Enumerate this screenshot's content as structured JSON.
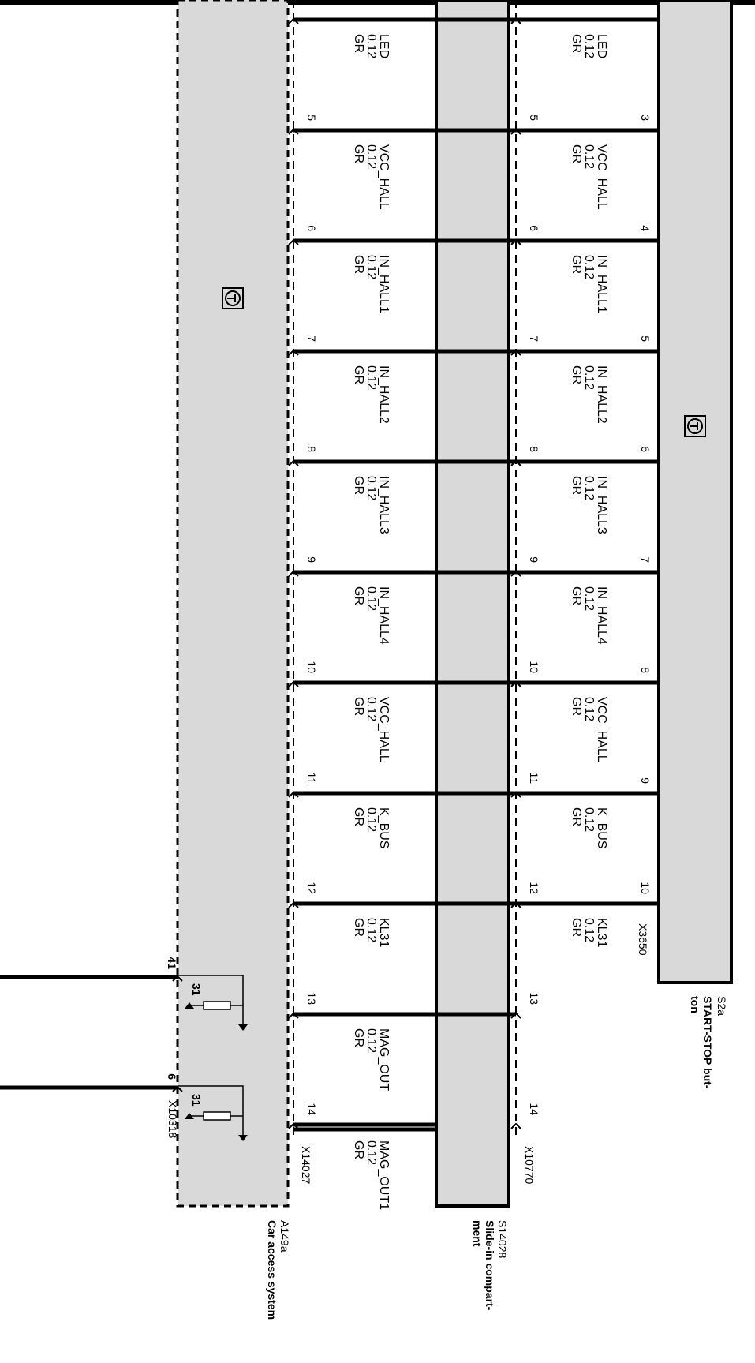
{
  "components": {
    "s2a": {
      "id": "S2a",
      "name": "START-STOP but-\nton",
      "connector": "X3650"
    },
    "s14028": {
      "id": "S14028",
      "name": "Slide-in compart-\nment",
      "connector": "X10770"
    },
    "a149a": {
      "id": "A149a",
      "name": "Car access system",
      "connector": "X14027"
    },
    "x10318": {
      "connector": "X10318"
    }
  },
  "rows": [
    {
      "s2a_pin": "3",
      "s14028_pin": "5",
      "a149a_pin": "5",
      "top_wire": {
        "signal": "LED",
        "size": "0.12",
        "color": "GR"
      },
      "bottom_wire": {
        "signal": "LED",
        "size": "0.12",
        "color": "GR"
      }
    },
    {
      "s2a_pin": "4",
      "s14028_pin": "6",
      "a149a_pin": "6",
      "top_wire": {
        "signal": "VCC_HALL",
        "size": "0.12",
        "color": "GR"
      },
      "bottom_wire": {
        "signal": "VCC_HALL",
        "size": "0.12",
        "color": "GR"
      }
    },
    {
      "s2a_pin": "5",
      "s14028_pin": "7",
      "a149a_pin": "7",
      "top_wire": {
        "signal": "IN_HALL1",
        "size": "0.12",
        "color": "GR"
      },
      "bottom_wire": {
        "signal": "IN_HALL1",
        "size": "0.12",
        "color": "GR"
      }
    },
    {
      "s2a_pin": "6",
      "s14028_pin": "8",
      "a149a_pin": "8",
      "top_wire": {
        "signal": "IN_HALL2",
        "size": "0.12",
        "color": "GR"
      },
      "bottom_wire": {
        "signal": "IN_HALL2",
        "size": "0.12",
        "color": "GR"
      }
    },
    {
      "s2a_pin": "7",
      "s14028_pin": "9",
      "a149a_pin": "9",
      "top_wire": {
        "signal": "IN_HALL3",
        "size": "0.12",
        "color": "GR"
      },
      "bottom_wire": {
        "signal": "IN_HALL3",
        "size": "0.12",
        "color": "GR"
      }
    },
    {
      "s2a_pin": "8",
      "s14028_pin": "10",
      "a149a_pin": "10",
      "top_wire": {
        "signal": "IN_HALL4",
        "size": "0.12",
        "color": "GR"
      },
      "bottom_wire": {
        "signal": "IN_HALL4",
        "size": "0.12",
        "color": "GR"
      }
    },
    {
      "s2a_pin": "9",
      "s14028_pin": "11",
      "a149a_pin": "11",
      "top_wire": {
        "signal": "VCC_HALL",
        "size": "0.12",
        "color": "GR"
      },
      "bottom_wire": {
        "signal": "VCC_HALL",
        "size": "0.12",
        "color": "GR"
      }
    },
    {
      "s2a_pin": "10",
      "s14028_pin": "12",
      "a149a_pin": "12",
      "top_wire": {
        "signal": "K_BUS",
        "size": "0.12",
        "color": "GR"
      },
      "bottom_wire": {
        "signal": "K_BUS",
        "size": "0.12",
        "color": "GR"
      }
    },
    {
      "s2a_pin": "",
      "s14028_pin": "13",
      "a149a_pin": "13",
      "top_wire": {
        "signal": "KL31",
        "size": "0.12",
        "color": "GR"
      },
      "bottom_wire": {
        "signal": "KL31",
        "size": "0.12",
        "color": "GR"
      }
    },
    {
      "s2a_pin": "",
      "s14028_pin": "14",
      "a149a_pin": "14",
      "top_wire": null,
      "bottom_wire": {
        "signal": "MAG_OUT",
        "size": "0.12",
        "color": "GR"
      }
    }
  ],
  "extra_wire": {
    "signal": "MAG_OUT1",
    "size": "0.12",
    "color": "GR"
  },
  "ground_pins": [
    {
      "x10318_pin": "41",
      "resistor_pin": "31"
    },
    {
      "x10318_pin": "6",
      "resistor_pin": "31"
    }
  ],
  "colors": {
    "module_fill": "#d9d9d9",
    "line": "#000000",
    "background": "#ffffff"
  }
}
